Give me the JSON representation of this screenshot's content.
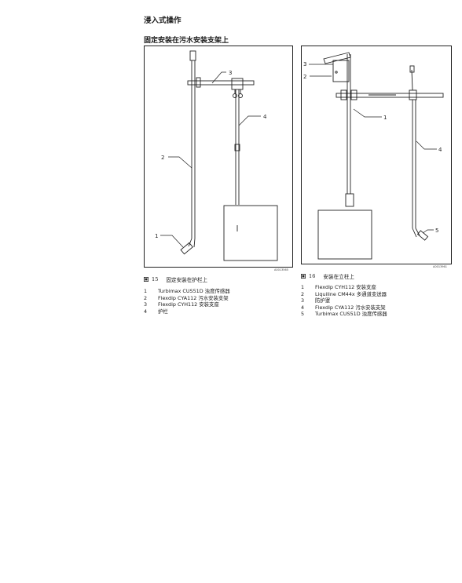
{
  "section_title": "浸入式操作",
  "subsection_title": "固定安装在污水安装支架上",
  "figure15": {
    "number": "15",
    "caption": "固定安装在护栏上",
    "id": "A0013565",
    "callouts": [
      "1",
      "2",
      "3",
      "4"
    ],
    "legend": [
      {
        "num": "1",
        "text": "Turbimax CUS51D 浊度传感器"
      },
      {
        "num": "2",
        "text": "Flexdip CYA112 污水安装支架"
      },
      {
        "num": "3",
        "text": "Flexdip CYH112 安装支座"
      },
      {
        "num": "4",
        "text": "护栏"
      }
    ]
  },
  "figure16": {
    "number": "16",
    "caption": "安装在立柱上",
    "id": "A0013961",
    "callouts": [
      "1",
      "2",
      "3",
      "4",
      "5"
    ],
    "legend": [
      {
        "num": "1",
        "text": "Flexdip CYH112 安装支座"
      },
      {
        "num": "2",
        "text": "Liquiline CM44x 多通道变送器"
      },
      {
        "num": "3",
        "text": "防护罩"
      },
      {
        "num": "4",
        "text": "Flexdip CYA112 污水安装支架"
      },
      {
        "num": "5",
        "text": "Turbimax CUS51D 浊度传感器"
      }
    ]
  },
  "icons": {
    "figure_marker": "figure-marker-icon"
  }
}
